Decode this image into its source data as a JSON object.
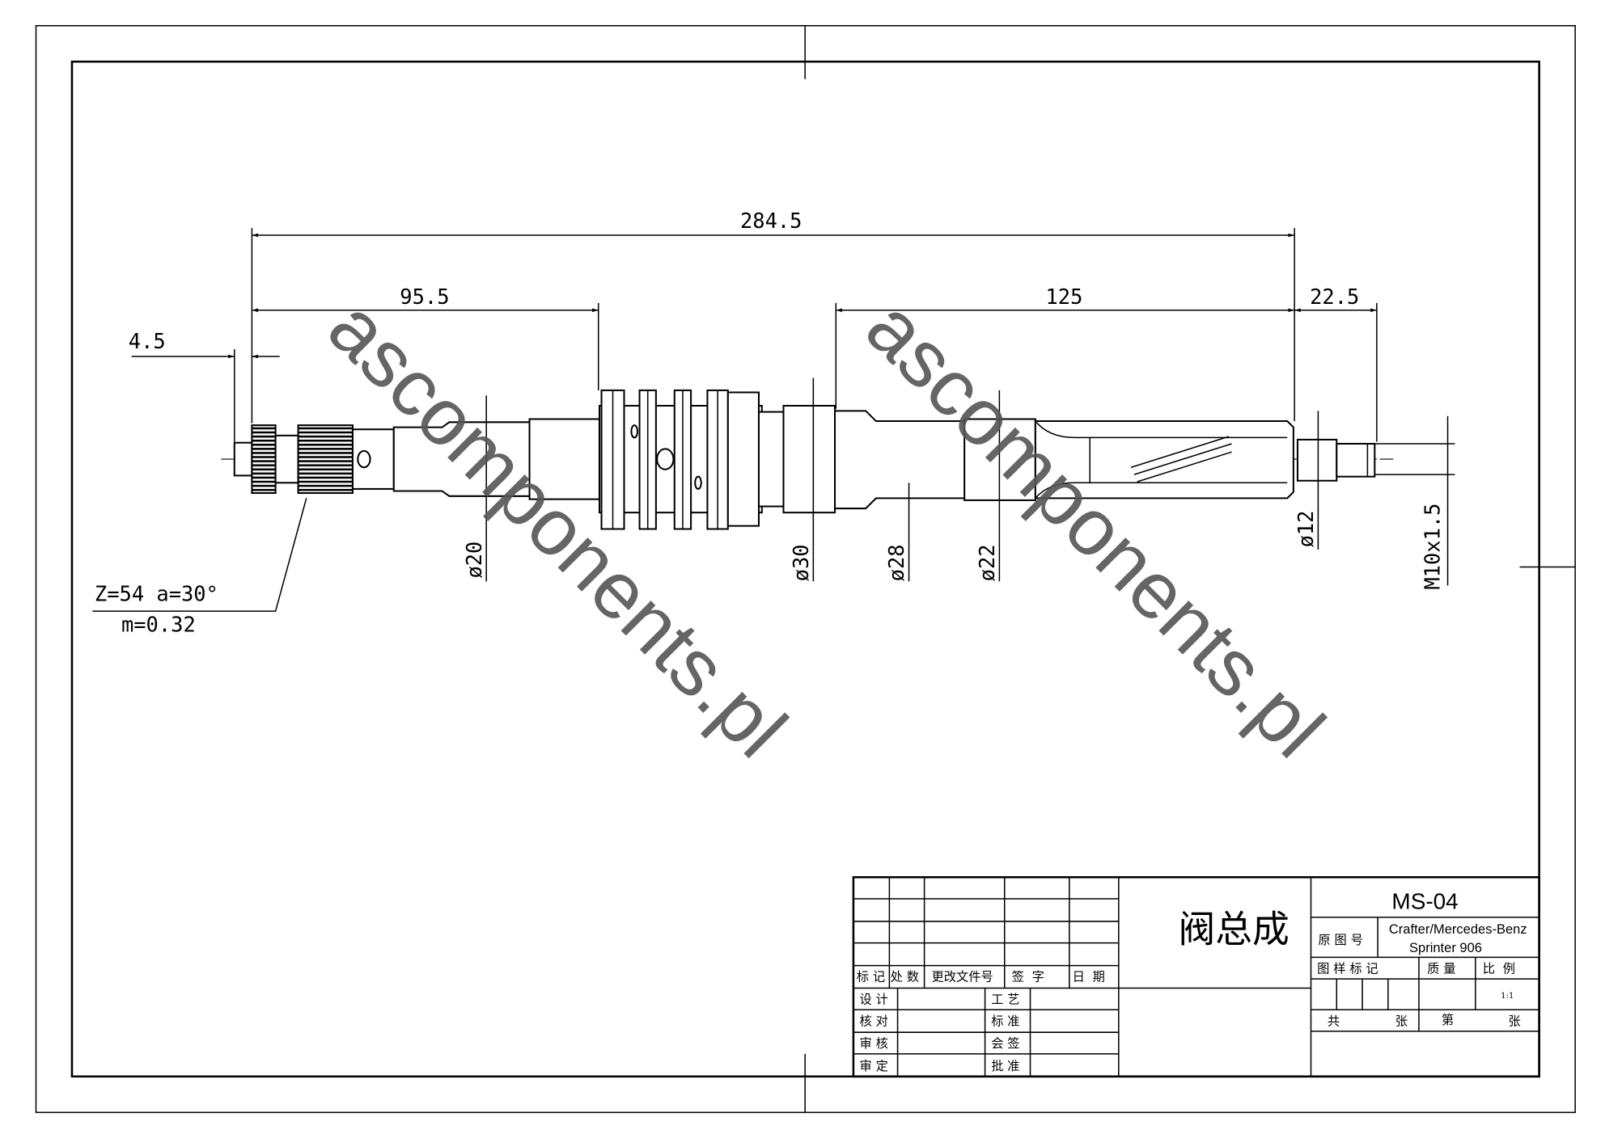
{
  "dimensions": {
    "overall": "284.5",
    "left_section": "95.5",
    "right_section": "125",
    "thread_length": "22.5",
    "stub": "4.5",
    "dia_20": "ø20",
    "dia_30": "ø30",
    "dia_28": "ø28",
    "dia_22": "ø22",
    "dia_12": "ø12",
    "thread": "M10x1.5"
  },
  "gear_note": {
    "line1": "Z=54  a=30°",
    "line2": "m=0.32"
  },
  "watermark": "ascomponents.pl",
  "title_block": {
    "part_name": "阀总成",
    "drawing_number": "MS-04",
    "original_label": "原 图 号",
    "original_line1": "Crafter/Mercedes-Benz",
    "original_line2": "Sprinter 906",
    "rev_headers": [
      "标 记",
      "处 数",
      "更改文件号",
      "签  字",
      "日  期"
    ],
    "sign_left": [
      "设 计",
      "核 对",
      "审 核",
      "审 定"
    ],
    "sign_right": [
      "工 艺",
      "标 准",
      "会 签",
      "批 准"
    ],
    "meta_headers": [
      "图 样 标 记",
      "质 量",
      "比  例"
    ],
    "scale": "1:1",
    "sheets_total": "共",
    "sheet_unit": "张",
    "sheet_no": "第",
    "sheet_unit2": "张"
  }
}
